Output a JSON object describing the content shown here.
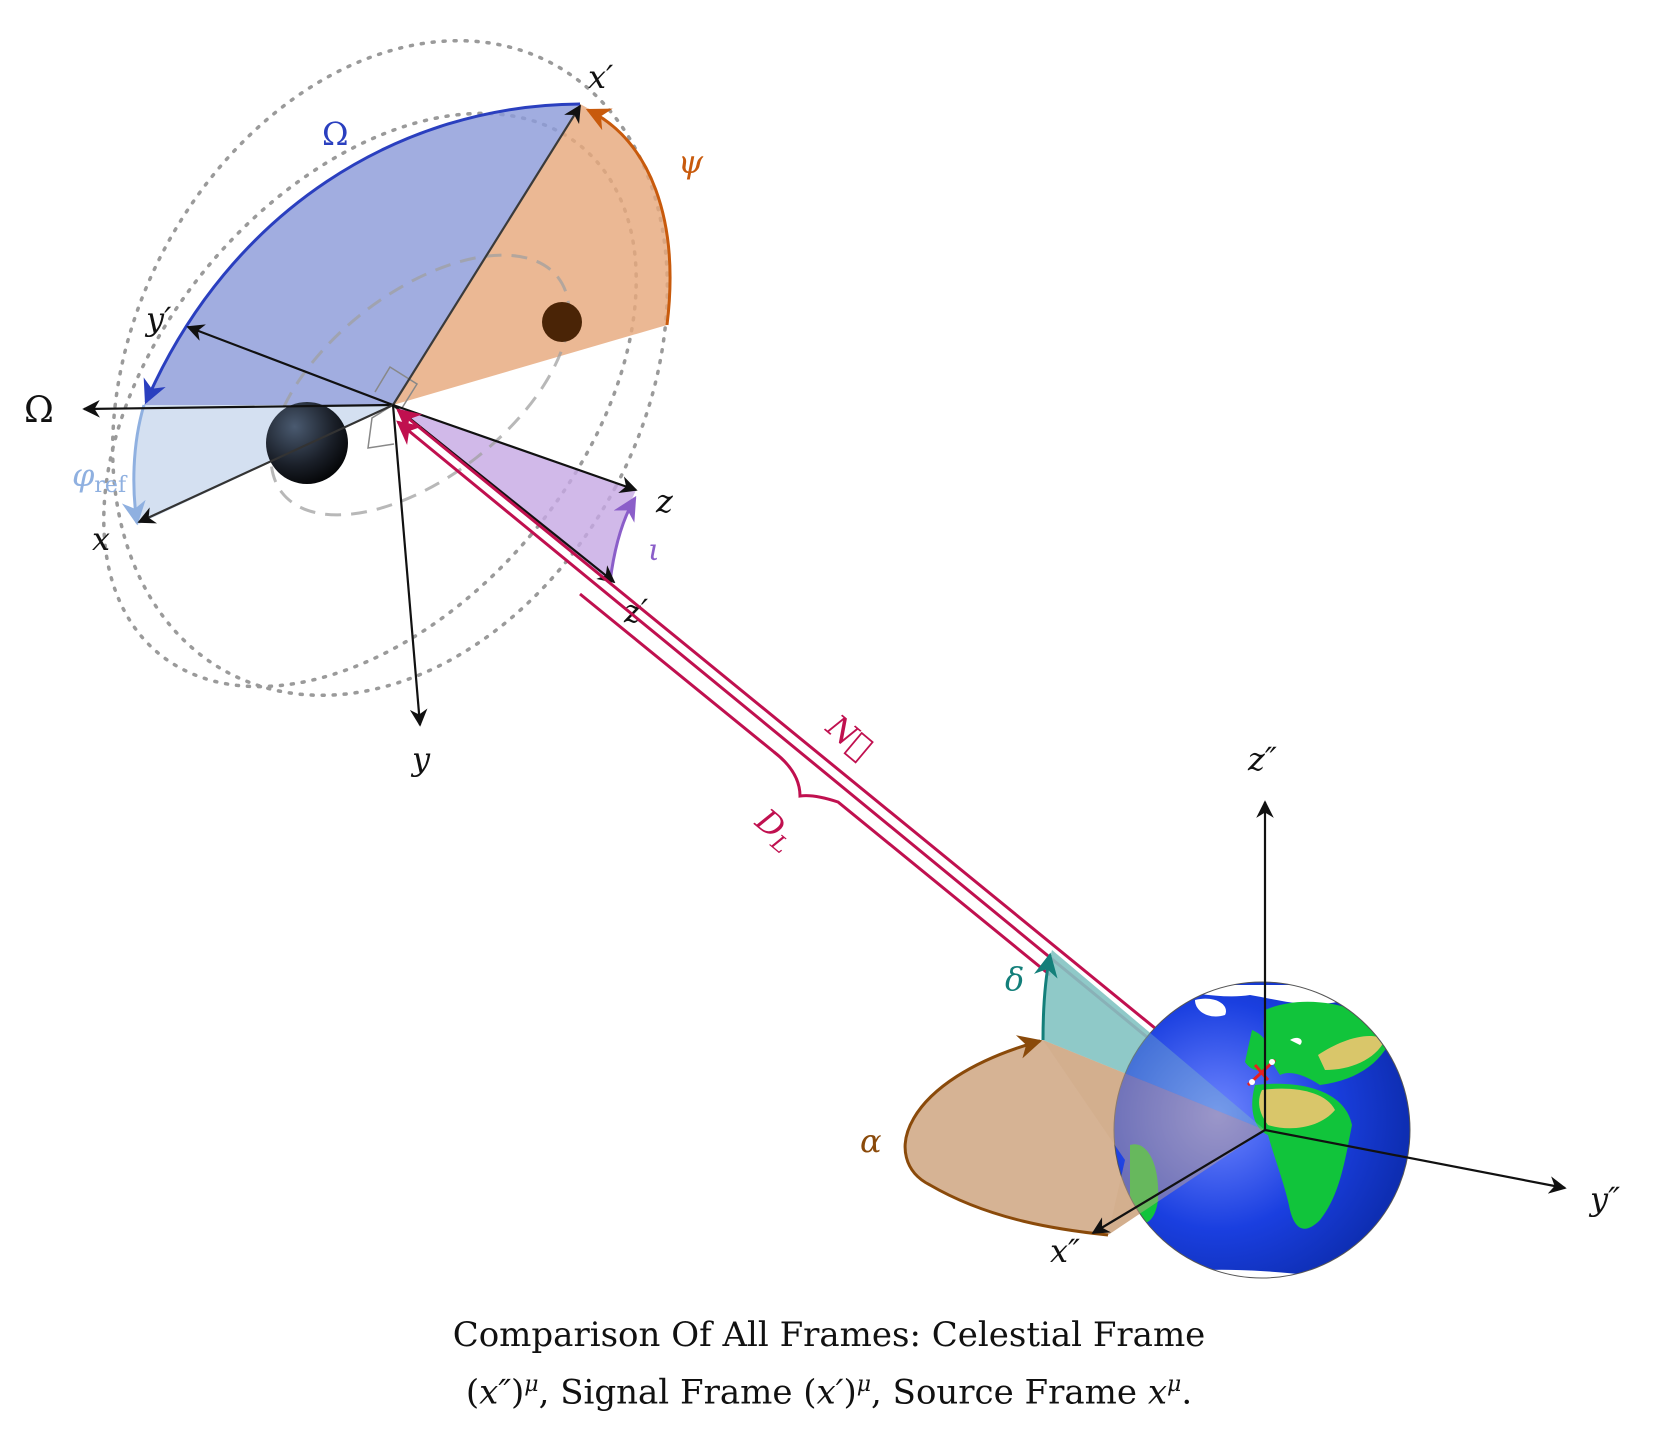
{
  "labels": {
    "x_prime": "x′",
    "y_prime": "y′",
    "z_prime": "z′",
    "x": "x",
    "y": "y",
    "z": "z",
    "omega_axis": "Ω",
    "omega_angle": "Ω",
    "psi": "ψ",
    "phi_ref_main": "φ",
    "phi_ref_sub": "ref",
    "iota": "ι",
    "N_vec": "N⃗",
    "D_L": "D",
    "D_L_sub": "L",
    "delta": "δ",
    "alpha": "α",
    "x_dprime": "x″",
    "y_dprime": "y″",
    "z_dprime": "z″"
  },
  "caption": {
    "line1_part1": "Comparison Of All Frames: Celestial Frame",
    "line2_p1": "(",
    "line2_x2": "x″",
    "line2_p2": ")",
    "line2_mu1": "μ",
    "line2_t2": ", Signal Frame (",
    "line2_x1": "x′",
    "line2_p3": ")",
    "line2_mu2": "μ",
    "line2_t3": ", Source Frame ",
    "line2_x0": "x",
    "line2_mu3": "μ",
    "line2_end": "."
  },
  "colors": {
    "omega": "#2a3fbf",
    "psi": "#c85a0c",
    "phi_ref": "#8fb0e0",
    "iota": "#8b5ec9",
    "distance": "#c0104f",
    "delta": "#137f7a",
    "alpha": "#8a4a0a"
  }
}
